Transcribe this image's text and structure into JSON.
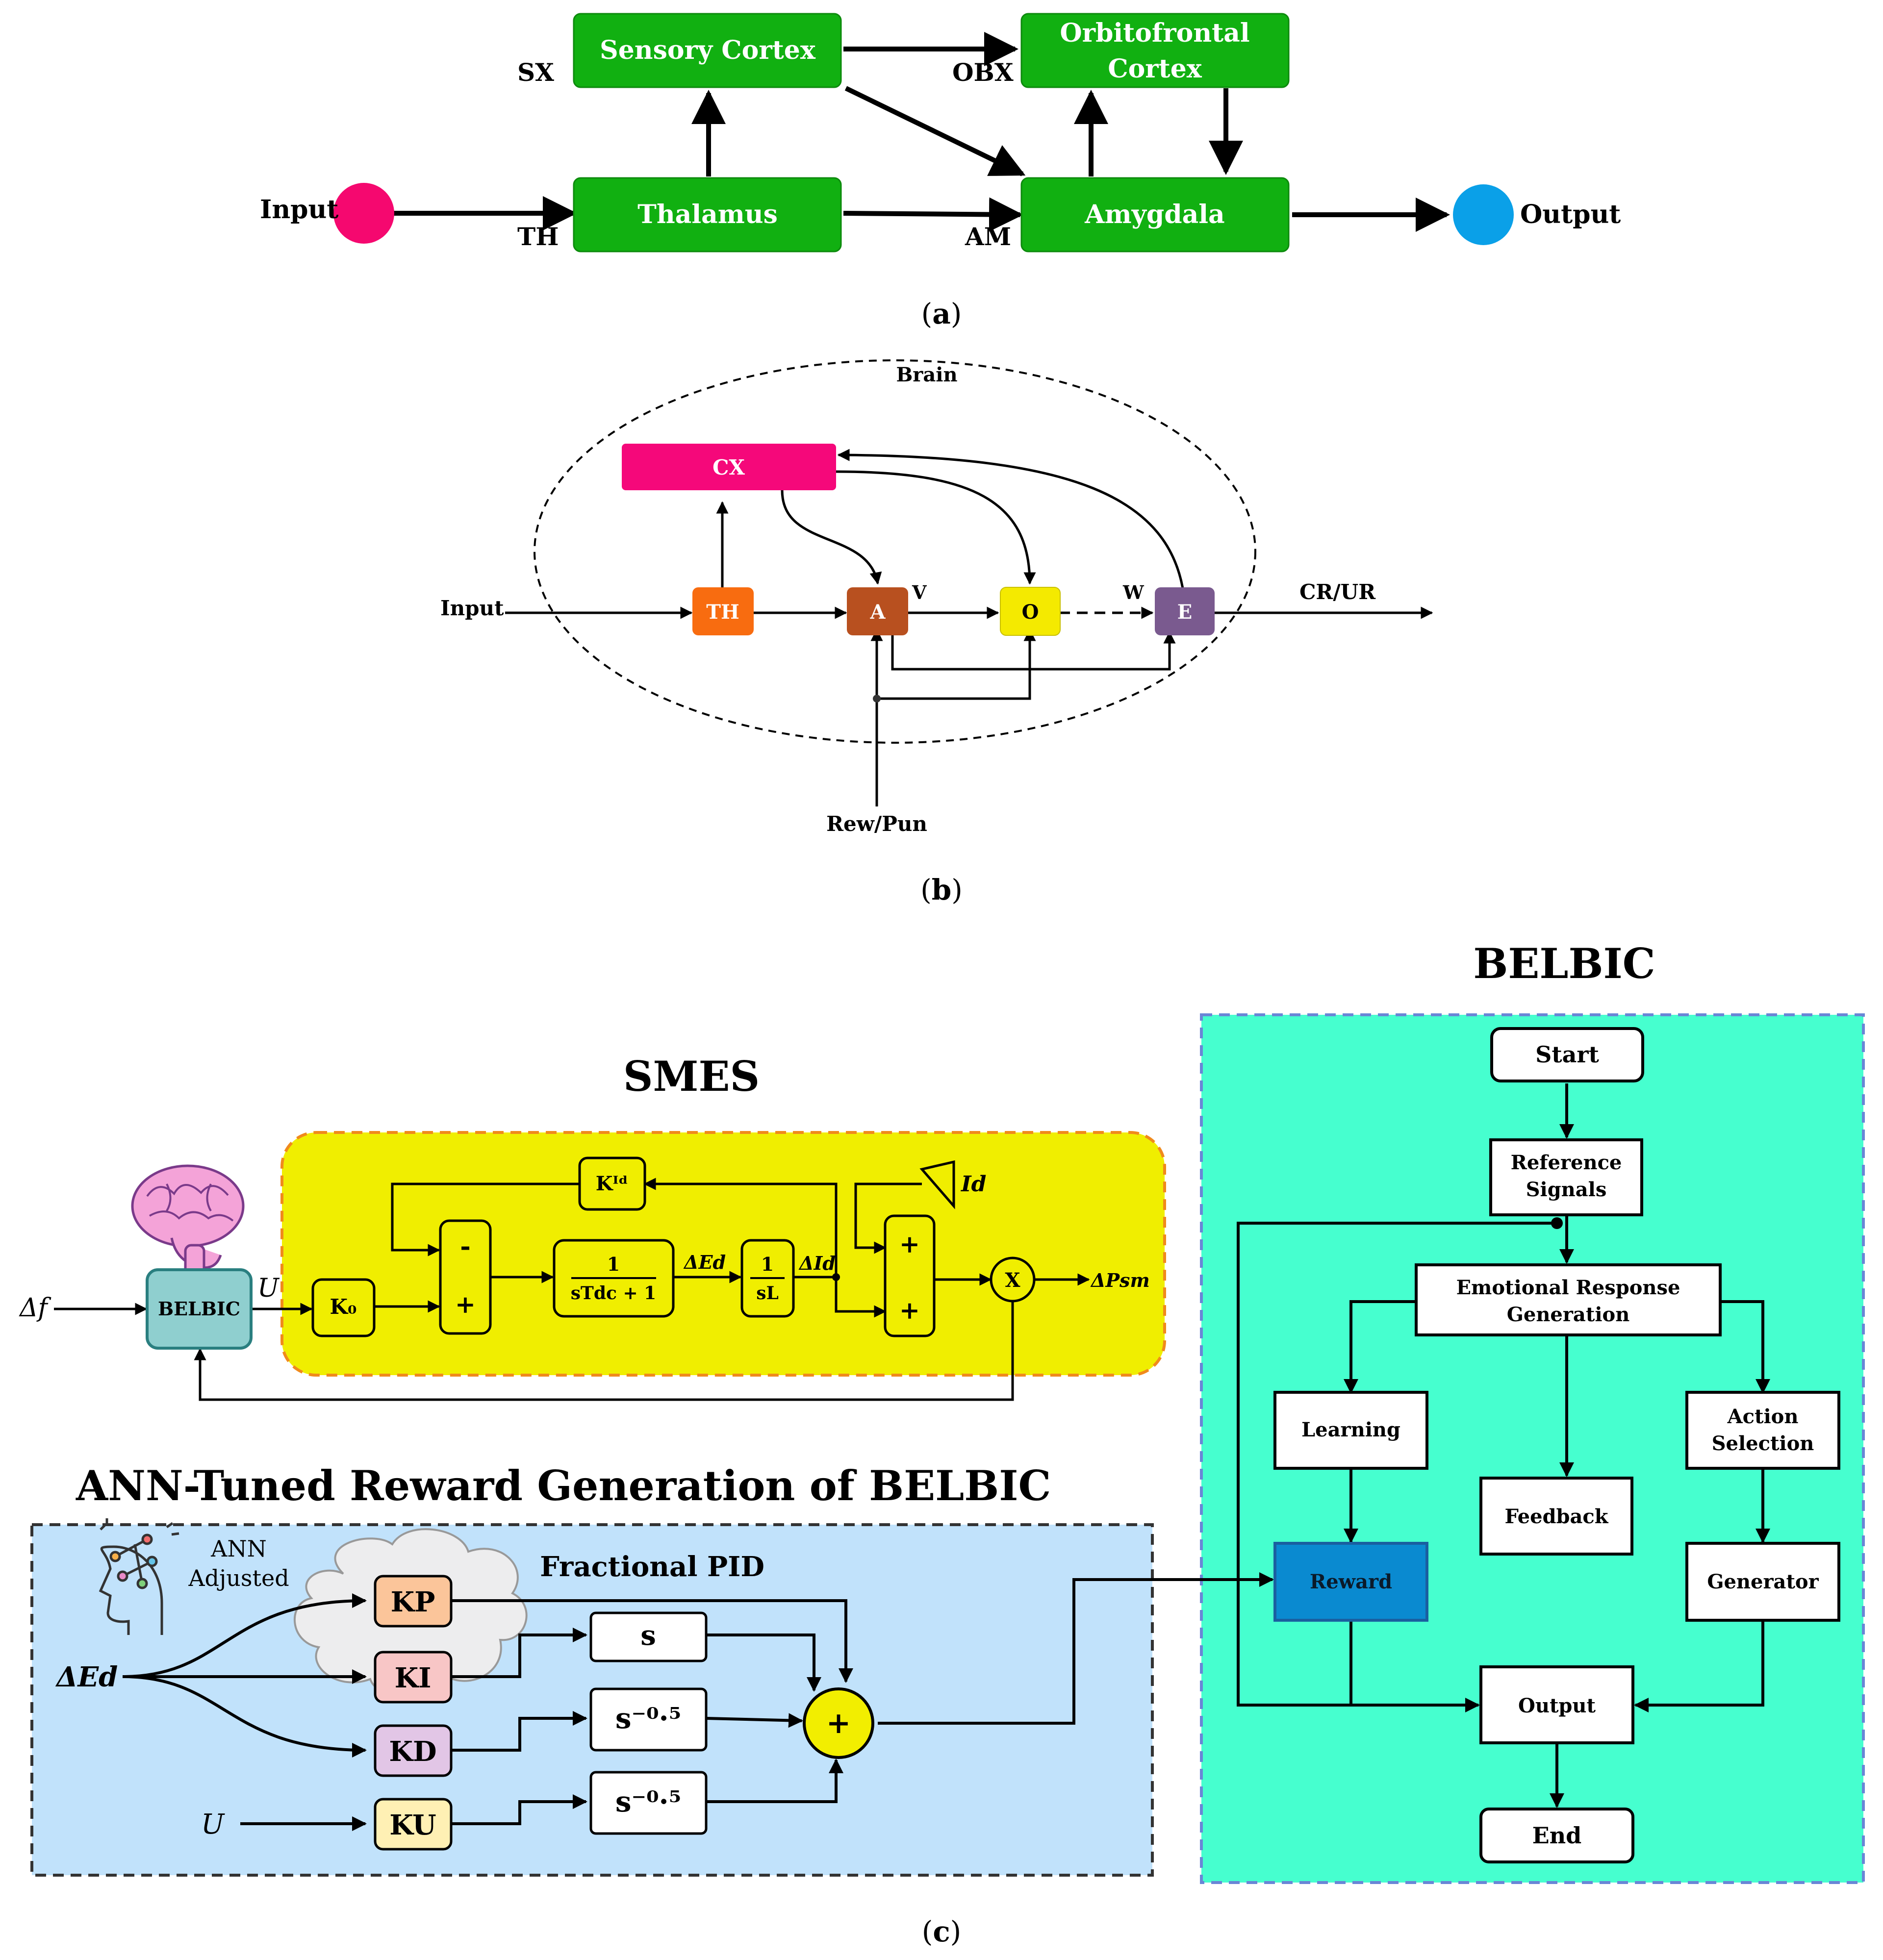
{
  "panel_a": {
    "caption_open": "(",
    "caption_letter": "a",
    "caption_close": ")",
    "sensory_cortex": "Sensory Cortex",
    "orbitofrontal_line1": "Orbitofrontal",
    "orbitofrontal_line2": "Cortex",
    "thalamus": "Thalamus",
    "amygdala": "Amygdala",
    "input": "Input",
    "output": "Output",
    "sx": "SX",
    "obx": "OBX",
    "th": "TH",
    "am": "AM",
    "colors": {
      "block": "#11b011",
      "input_node": "#f5086f",
      "output_node": "#0aa0e8"
    }
  },
  "panel_b": {
    "caption_open": "(",
    "caption_letter": "b",
    "caption_close": ")",
    "brain": "Brain",
    "cx": "CX",
    "th": "TH",
    "a": "A",
    "o": "O",
    "e": "E",
    "v": "V",
    "w": "W",
    "input": "Input",
    "cr_ur": "CR/UR",
    "rew_pun": "Rew/Pun",
    "colors": {
      "cx": "#f5087a",
      "th": "#f86c10",
      "a": "#b8501f",
      "o": "#f4ea00",
      "e": "#7a5a8f"
    }
  },
  "panel_c": {
    "caption_open": "(",
    "caption_letter": "c",
    "caption_close": ")",
    "smes_title": "SMES",
    "belbic_title": "BELBIC",
    "ann_title": "ANN-Tuned Reward Generation of BELBIC",
    "belbic_block": "BELBIC",
    "delta_f": "Δf",
    "u_label": "U",
    "k0": "K₀",
    "kid": "Kᴵᵈ",
    "minus": "-",
    "plus": "+",
    "tf1_num": "1",
    "tf1_den": "sTdc + 1",
    "tf2_num": "1",
    "tf2_den": "sL",
    "delta_ed": "ΔEd",
    "delta_id": "ΔId",
    "id_label": "Id",
    "delta_psm": "ΔPsm",
    "mult": "X",
    "flow": {
      "start": "Start",
      "ref_line1": "Reference",
      "ref_line2": "Signals",
      "erg_line1": "Emotional Response",
      "erg_line2": "Generation",
      "learning": "Learning",
      "action_line1": "Action",
      "action_line2": "Selection",
      "feedback": "Feedback",
      "reward": "Reward",
      "generator": "Generator",
      "output": "Output",
      "end": "End"
    },
    "ann": {
      "ann_line1": "ANN",
      "ann_line2": "Adjusted",
      "fractional_pid": "Fractional PID",
      "delta_ed": "ΔEd",
      "u": "U",
      "kp": "KP",
      "ki": "KI",
      "kd": "KD",
      "ku": "KU",
      "s": "s",
      "s_neg": "s⁻⁰·⁵",
      "sum": "+"
    },
    "colors": {
      "smes_bg": "#f0ee00",
      "smes_border": "#f08a1c",
      "belbic_bg": "#46ffcf",
      "belbic_border": "#6a86d6",
      "ann_bg": "#c1e2fb",
      "belbic_block": "#8fcfcf",
      "reward": "#0a8ad0",
      "kp": "#fbc59a",
      "ki": "#f8c6c6",
      "kd": "#e2c6e6",
      "ku": "#fff0b4",
      "sum": "#f2ee00"
    }
  }
}
